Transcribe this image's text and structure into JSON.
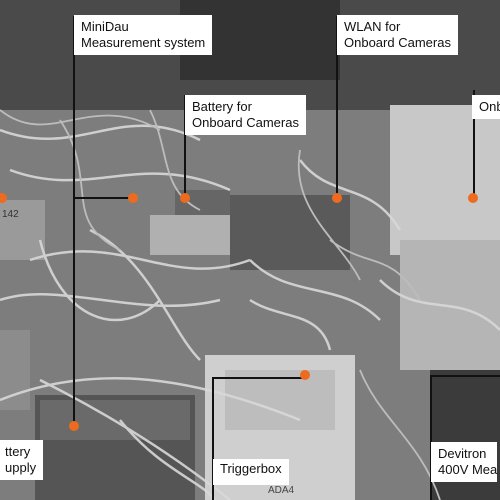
{
  "accent": "#ee6a1f",
  "labels": {
    "minidau": "MiniDau\nMeasurement system",
    "wlan": "WLAN for\nOnboard Cameras",
    "battery": "Battery for\nOnboard Cameras",
    "onboard_partial": "Onb",
    "battery_supply_partial": "ttery\nupply",
    "triggerbox": "Triggerbox",
    "devitron": "Devitron\n400V Mea"
  },
  "photo_text": {
    "ada": "ADA4",
    "num": "142"
  }
}
